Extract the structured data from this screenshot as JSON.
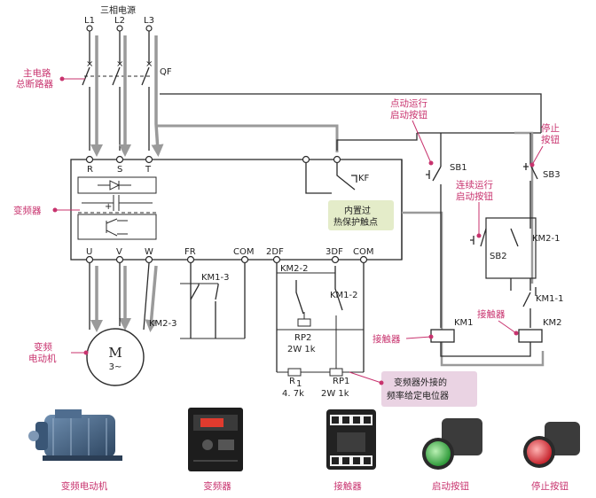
{
  "source_title": "三相电源",
  "phases": [
    "L1",
    "L2",
    "L3"
  ],
  "breaker": {
    "code": "QF",
    "label_line1": "主电路",
    "label_line2": "总断路器"
  },
  "inverter": {
    "label": "变频器",
    "inputs": [
      "R",
      "S",
      "T"
    ],
    "outputs": [
      "U",
      "V",
      "W"
    ],
    "control_terminals": [
      "FR",
      "COM",
      "2DF",
      "3DF",
      "COM"
    ]
  },
  "thermal": {
    "code": "KF",
    "label_line1": "内置过",
    "label_line2": "热保护触点"
  },
  "motor": {
    "symbol": "M",
    "sub": "3~",
    "label_line1": "变频",
    "label_line2": "电动机"
  },
  "contacts": {
    "km1_3": "KM1-3",
    "km2_3": "KM2-3",
    "km2_2": "KM2-2",
    "km1_2": "KM1-2",
    "km2_1": "KM2-1",
    "km1_1": "KM1-1"
  },
  "resistors": {
    "rp2": {
      "name": "RP2",
      "value": "2W  1k"
    },
    "rp1": {
      "name": "RP1",
      "value": "2W  1k"
    },
    "r1": {
      "name": "R",
      "sub": "1",
      "value": "4. 7k"
    }
  },
  "buttons": {
    "sb1": {
      "code": "SB1",
      "label_line1": "点动运行",
      "label_line2": "启动按钮"
    },
    "sb2": {
      "code": "SB2",
      "label_line1": "连续运行",
      "label_line2": "启动按钮"
    },
    "sb3": {
      "code": "SB3",
      "label_line1": "停止",
      "label_line2": "按钮"
    }
  },
  "coils": {
    "km1": {
      "code": "KM1",
      "label": "接触器"
    },
    "km2": {
      "code": "KM2",
      "label": "接触器"
    }
  },
  "pot_note": {
    "line1": "变频器外接的",
    "line2": "频率给定电位器"
  },
  "photos": [
    {
      "label": "变频电动机",
      "icon": "motor-photo-icon"
    },
    {
      "label": "变频器",
      "icon": "inverter-photo-icon"
    },
    {
      "label": "接触器",
      "icon": "contactor-photo-icon"
    },
    {
      "label": "启动按钮",
      "icon": "green-button-photo-icon"
    },
    {
      "label": "停止按钮",
      "icon": "red-button-photo-icon"
    }
  ],
  "colors": {
    "accent": "#c8336e",
    "wire": "#2b2b2b",
    "arrow": "#9a9a9a",
    "note_bg": "#ead3e3",
    "thermal_bg": "#e4ecc9"
  }
}
